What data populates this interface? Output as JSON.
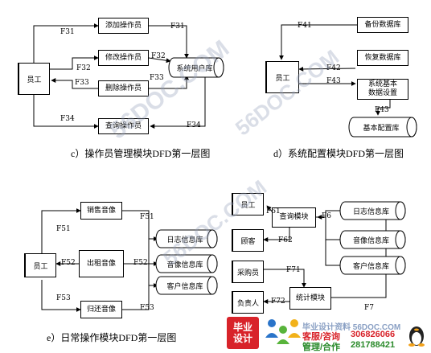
{
  "panel_c": {
    "caption": "c）操作员管理模块DFD第一层图",
    "entity": "员工",
    "processes": [
      "添加操作员",
      "修改操作员",
      "删除操作员",
      "查询操作员"
    ],
    "store": "系统用户库",
    "flows": [
      "F31",
      "F32",
      "F33",
      "F34",
      "F31",
      "F32",
      "F33",
      "F34"
    ]
  },
  "panel_d": {
    "caption": "d）系统配置模块DFD第一层图",
    "entity": "员工",
    "boxes": [
      "备份数据库",
      "恢复数据库",
      "系统基本\n数据设置"
    ],
    "store": "基本配置库",
    "flows": [
      "F41",
      "F42",
      "F43",
      "F43"
    ]
  },
  "panel_e": {
    "caption": "e）日常操作模块DFD第一层图",
    "entity": "员工",
    "processes": [
      "销售音像",
      "出租音像",
      "归还音像"
    ],
    "stores": [
      "日志信息库",
      "音像信息库",
      "客户信息库"
    ],
    "flows": [
      "F51",
      "F52",
      "F53",
      "F51",
      "F52",
      "F53"
    ]
  },
  "panel_f": {
    "entities": [
      "员工",
      "顾客",
      "采购员",
      "负责人"
    ],
    "processes": [
      "查询模块",
      "统计模块"
    ],
    "stores": [
      "日志信息库",
      "音像信息库",
      "客户信息库"
    ],
    "flows": [
      "F61",
      "F62",
      "F6",
      "F71",
      "F72",
      "F7"
    ]
  },
  "watermarks": [
    "56DOC.COM",
    "56DOC.COM",
    "56DOC.COM"
  ],
  "footer": {
    "logo_top": "毕业",
    "logo_bottom": "设计",
    "site": "毕业设计资料 56DOC.COM",
    "line1_label": "客服/咨询",
    "line1_num": "306826066",
    "line2_label": "管理/合作",
    "line2_num": "281788421"
  }
}
